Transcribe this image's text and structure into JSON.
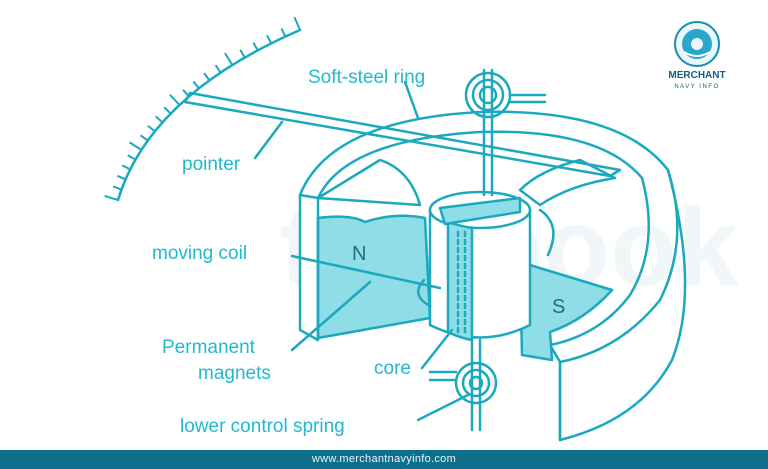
{
  "labels": {
    "soft_steel_ring": "Soft-steel ring",
    "pointer": "pointer",
    "moving_coil": "moving coil",
    "permanent": "Permanent",
    "magnets": "magnets",
    "core": "core",
    "lower_control_spring": "lower control spring",
    "north_pole": "N",
    "south_pole": "S"
  },
  "logo": {
    "line1": "MERCHANT",
    "line2": "NAVY INFO"
  },
  "watermark": "testbook",
  "footer": {
    "url": "www.merchantnavyinfo.com"
  },
  "colors": {
    "line": "#1aa9bd",
    "fill": "#8fdde6",
    "text": "#22b8cf",
    "footer_bg": "#0e6f8c"
  }
}
